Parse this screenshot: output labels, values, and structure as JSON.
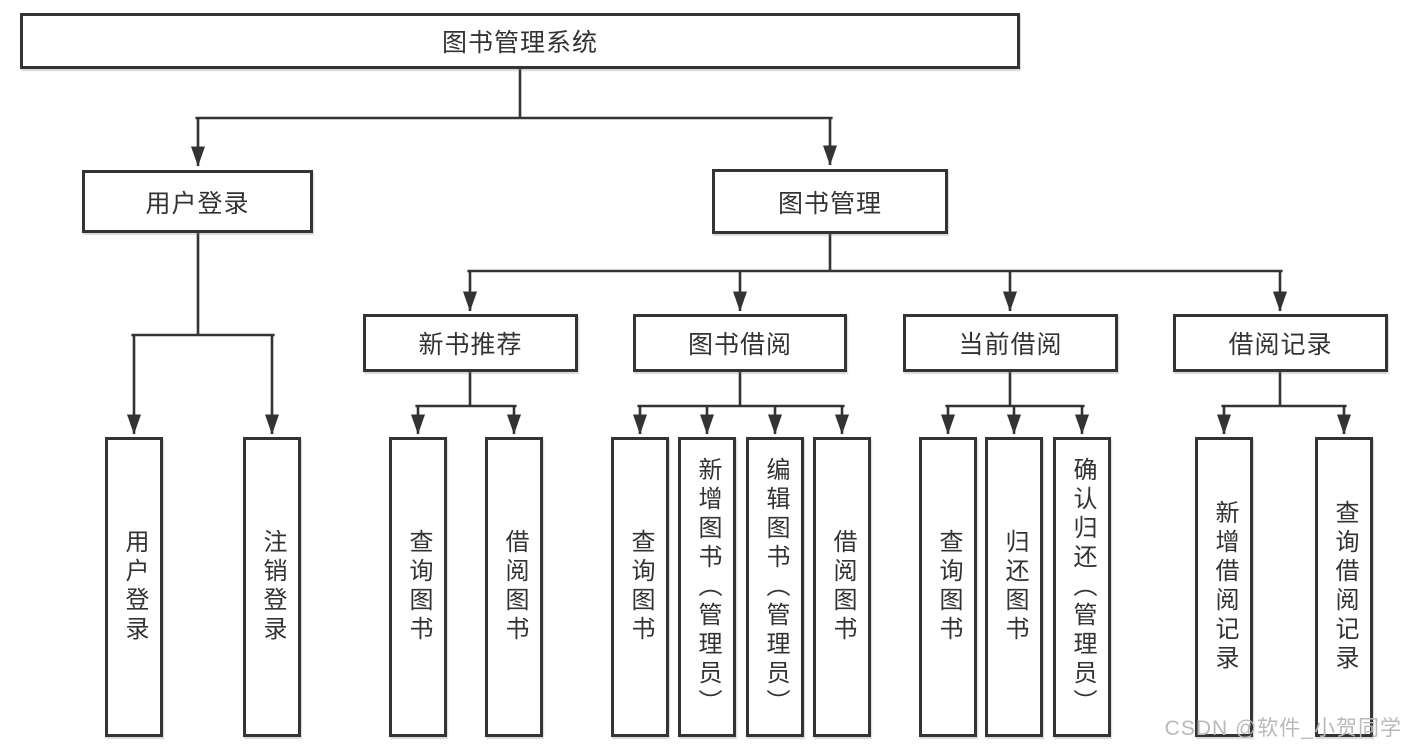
{
  "tree": {
    "root": "图书管理系统",
    "level2": [
      {
        "label": "用户登录",
        "leaves": [
          "用户登录",
          "注销登录"
        ]
      },
      {
        "label": "图书管理",
        "groups": [
          {
            "label": "新书推荐",
            "leaves": [
              "查询图书",
              "借阅图书"
            ]
          },
          {
            "label": "图书借阅",
            "leaves": [
              "查询图书",
              "新增图书（管理员）",
              "编辑图书（管理员）",
              "借阅图书"
            ]
          },
          {
            "label": "当前借阅",
            "leaves": [
              "查询图书",
              "归还图书",
              "确认归还（管理员）"
            ]
          },
          {
            "label": "借阅记录",
            "leaves": [
              "新增借阅记录",
              "查询借阅记录"
            ]
          }
        ]
      }
    ]
  },
  "watermark": "CSDN @软件_小贺同学",
  "colors": {
    "line": "#333333",
    "border": "#343434",
    "text": "#333333",
    "background": "#ffffff",
    "watermark": "#b7b9bc"
  }
}
